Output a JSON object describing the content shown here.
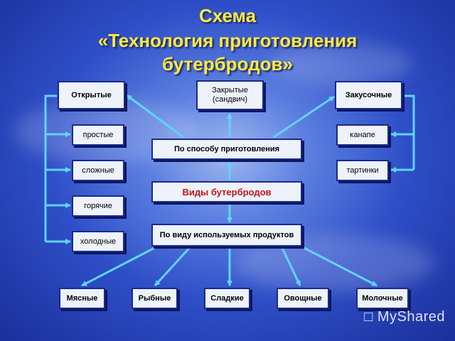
{
  "title": {
    "line1": "Схема",
    "line2": "«Технология приготовления",
    "line3": "бутербродов»"
  },
  "center": {
    "by_method": "По способу приготовления",
    "types": "Виды бутербродов",
    "by_products": "По виду используемых продуктов"
  },
  "method_categories": {
    "open": "Открытые",
    "closed": "Закрытые (сандвич)",
    "snack": "Закусочные"
  },
  "open_subtypes": [
    "простые",
    "сложные",
    "горячие",
    "холодные"
  ],
  "snack_subtypes": [
    "канапе",
    "тартинки"
  ],
  "product_categories": [
    "Мясные",
    "Рыбные",
    "Сладкие",
    "Овощные",
    "Молочные"
  ],
  "watermark": "MyShared",
  "colors": {
    "title": "#ffea3a",
    "arrow": "#5fd4f5",
    "types_text": "#c0141a"
  }
}
